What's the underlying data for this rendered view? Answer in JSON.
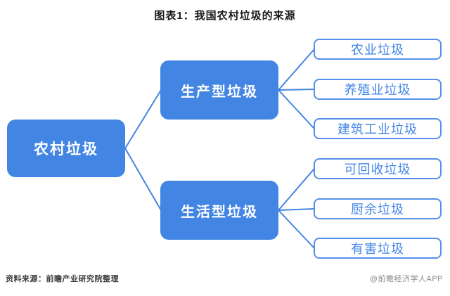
{
  "title": "图表1：我国农村垃圾的来源",
  "colors": {
    "node_fill": "#4285e2",
    "node_text": "#ffffff",
    "outline_border": "#5590ea",
    "outline_text": "#4285e8",
    "connector": "#4285e2",
    "title_text": "#1a1a1a",
    "source_text": "#3c3c3c",
    "watermark_text": "#8a8a8a"
  },
  "tree": {
    "root": {
      "label": "农村垃圾"
    },
    "branches": [
      {
        "label": "生产型垃圾",
        "children": [
          {
            "label": "农业垃圾"
          },
          {
            "label": "养殖业垃圾"
          },
          {
            "label": "建筑工业垃圾"
          }
        ]
      },
      {
        "label": "生活型垃圾",
        "children": [
          {
            "label": "可回收垃圾"
          },
          {
            "label": "厨余垃圾"
          },
          {
            "label": "有害垃圾"
          }
        ]
      }
    ]
  },
  "footer": {
    "source": "资料来源：前瞻产业研究院整理",
    "watermark": "@前瞻经济学人APP"
  }
}
